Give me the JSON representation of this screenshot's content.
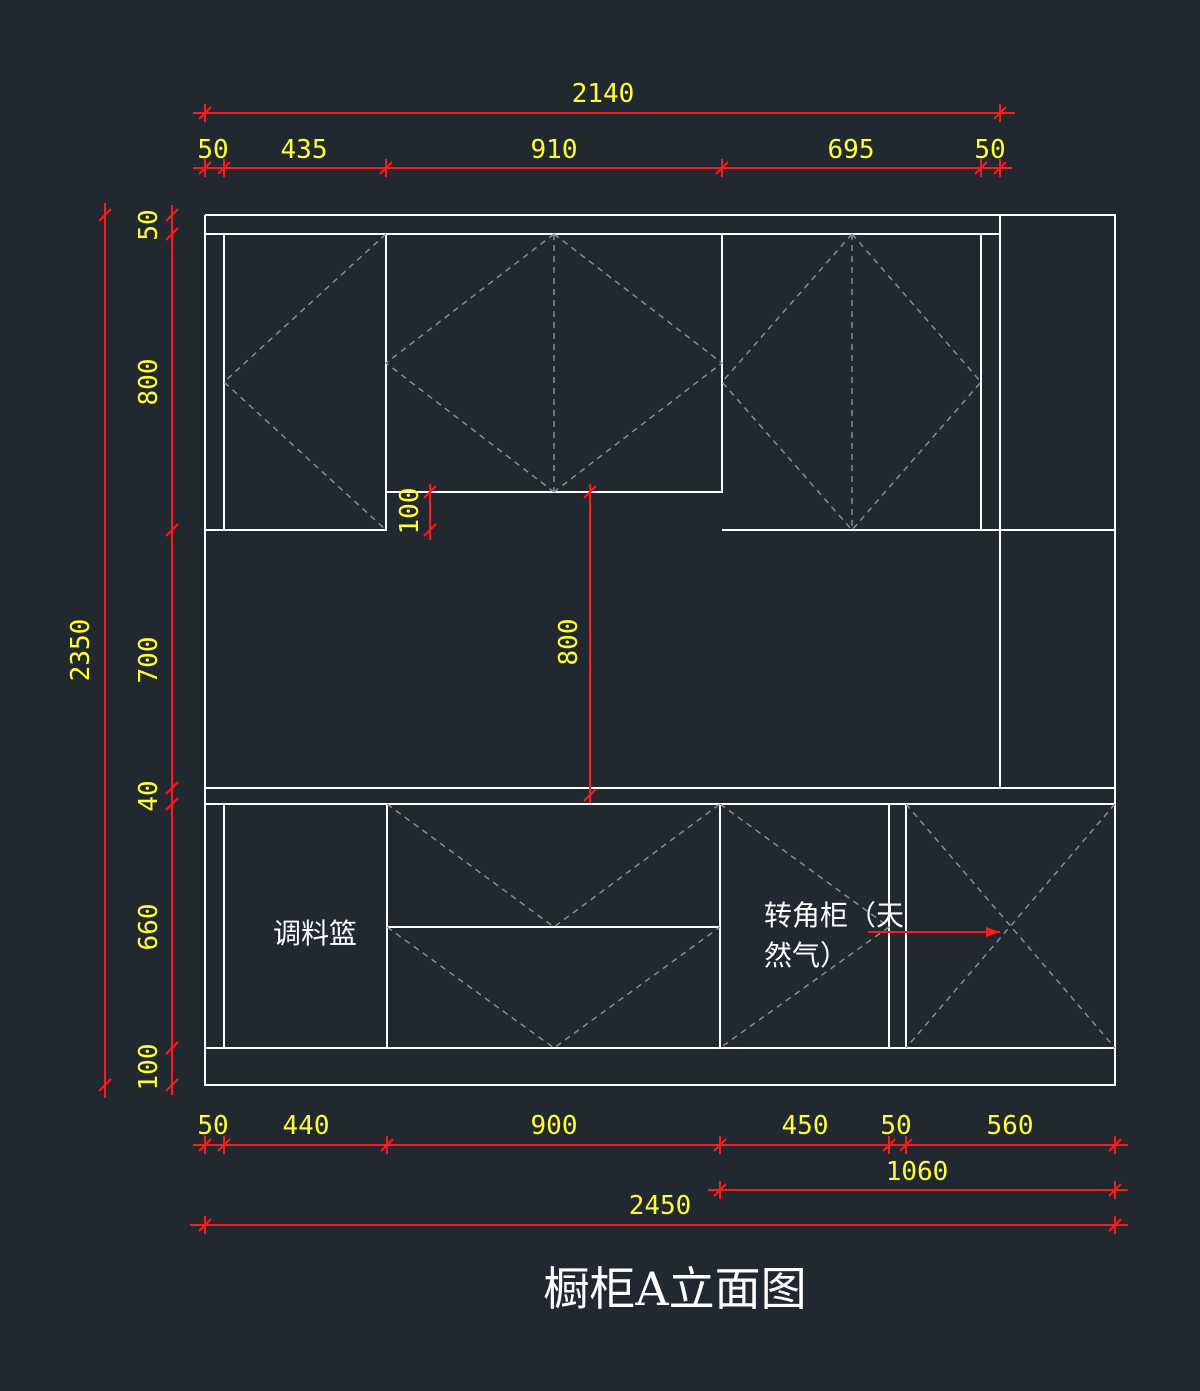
{
  "title": "橱柜A立面图",
  "colors": {
    "background": "#212830",
    "outline": "#ffffff",
    "dimension_line": "#ff1a1a",
    "dimension_text": "#ffff33",
    "hidden_line": "#8a8d92",
    "brick": "#6b6e73"
  },
  "dimensions": {
    "top_total": "2140",
    "top_segments": [
      "50",
      "435",
      "910",
      "695",
      "50"
    ],
    "left_total": "2350",
    "left_segments": [
      "50",
      "800",
      "700",
      "40",
      "660",
      "100"
    ],
    "inner_gap": "100",
    "inner_height": "800",
    "bottom_segments": [
      "50",
      "440",
      "900",
      "450",
      "50",
      "560"
    ],
    "bottom_corner": "1060",
    "bottom_total": "2450"
  },
  "labels": {
    "seasoning_basket": "调料篮",
    "corner_cabinet_line1": "转角柜（天",
    "corner_cabinet_line2": "然气）"
  }
}
